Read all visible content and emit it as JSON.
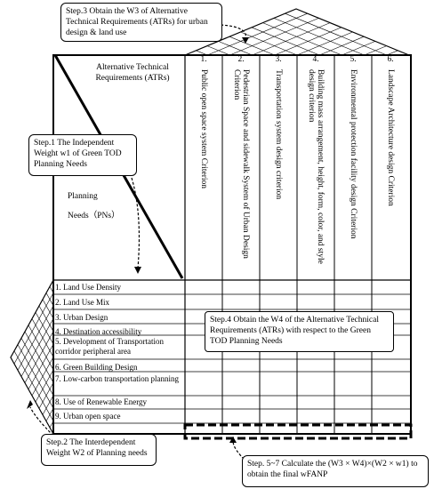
{
  "header": {
    "label": "Alternative Technical Requirements (ATRs)"
  },
  "planning_needs_label": {
    "line1": "Planning",
    "line2": "Needs（PNs）"
  },
  "atrs": [
    {
      "num": "1.",
      "text": "Public open space system Criterion"
    },
    {
      "num": "2.",
      "text": "Pedestrian Space and sidewalk System of Urban Design Criterion"
    },
    {
      "num": "3.",
      "text": "Transportation system design criterion"
    },
    {
      "num": "4.",
      "text": "Building mass arrangement, height, form, color, and style design criterion"
    },
    {
      "num": "5.",
      "text": "Environmental protection facility design Criterion"
    },
    {
      "num": "6.",
      "text": "Landscape Architecture design Criterion"
    }
  ],
  "pns": [
    "1. Land Use Density",
    "2. Land Use Mix",
    "3. Urban Design",
    "4. Destination accessibility",
    "5. Development of Transportation corridor peripheral area",
    "6. Green Building Design",
    "7. Low-carbon transportation planning",
    "8. Use of Renewable Energy",
    "9. Urban open space"
  ],
  "steps": {
    "step3": "Step.3 Obtain the  W3 of Alternative Technical Requirements (ATRs) for urban design & land use",
    "step1": "Step.1 The Independent Weight w1 of Green TOD Planning Needs",
    "step4": "Step.4 Obtain the W4 of the Alternative Technical Requirements (ATRs) with respect to the Green TOD Planning Needs",
    "step2": "Step.2 The Interdependent Weight W2 of Planning needs",
    "step57": "Step. 5~7 Calculate the  (W3 × W4)×(W2 × w1) to obtain the final  wFANP"
  }
}
